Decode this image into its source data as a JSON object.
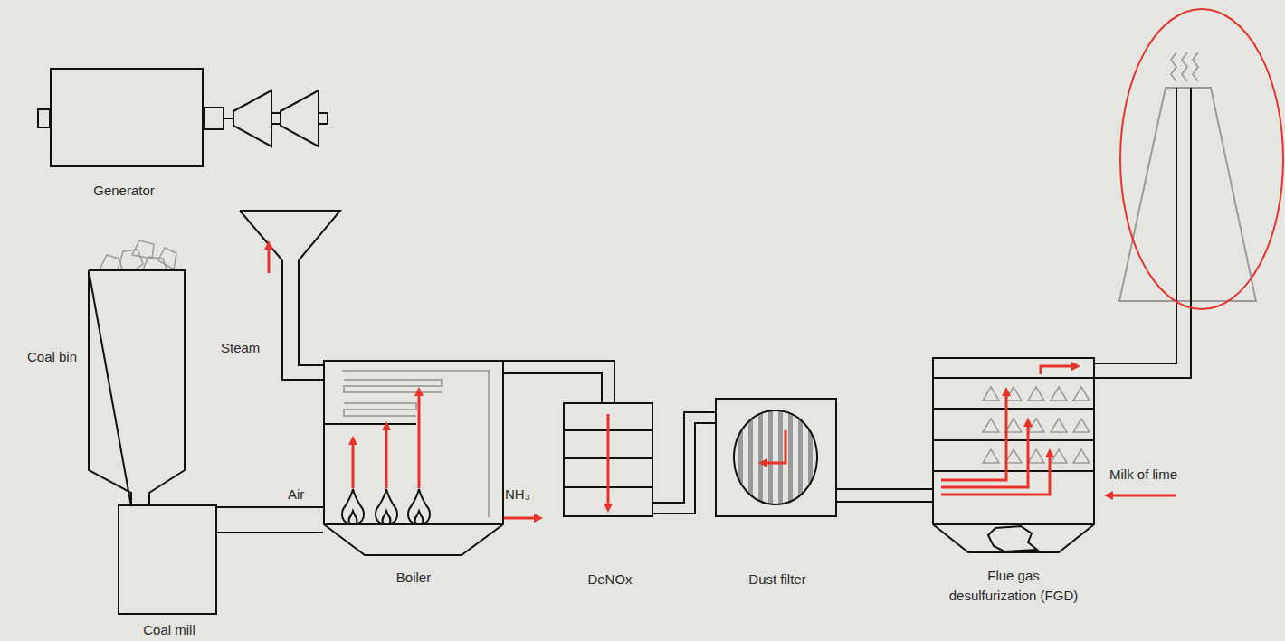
{
  "diagram": {
    "nodes": [
      {
        "text": [
          "Generator"
        ]
      },
      {
        "text": [
          "Coal bin"
        ]
      },
      {
        "text": [
          "Coal mill"
        ]
      },
      {
        "text": [
          "Boiler"
        ]
      },
      {
        "text": [
          "DeNOx"
        ]
      },
      {
        "text": [
          "Dust filter"
        ]
      },
      {
        "text": [
          "Flue gas desulfurization (FGD)"
        ]
      }
    ],
    "edges": [
      {
        "from": 2,
        "to": 3,
        "arrow": "none"
      },
      {
        "from": 3,
        "to": 4,
        "arrow": "none"
      },
      {
        "from": 4,
        "to": 5,
        "arrow": "none"
      },
      {
        "from": 5,
        "to": 6,
        "arrow": "none"
      }
    ],
    "labels": [
      "Steam",
      "Air",
      "NH₃",
      "Milk of lime"
    ]
  }
}
